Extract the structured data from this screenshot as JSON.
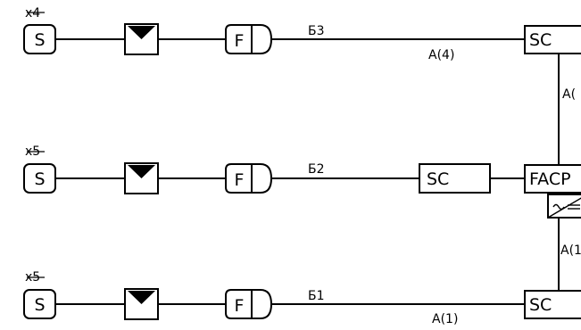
{
  "rows": [
    {
      "multiplier": "x4",
      "sensor": "S",
      "unit": "F",
      "line_label": "Б3",
      "channel_label": "A(4)",
      "controller": "SC"
    },
    {
      "multiplier": "x5",
      "sensor": "S",
      "unit": "F",
      "line_label": "Б2",
      "controller": "SC"
    },
    {
      "multiplier": "x5",
      "sensor": "S",
      "unit": "F",
      "line_label": "Б1",
      "channel_label": "A(1)",
      "controller": "SC"
    }
  ],
  "panel": {
    "label": "FACP",
    "upper_link_label": "A(",
    "lower_link_label": "A(1"
  }
}
